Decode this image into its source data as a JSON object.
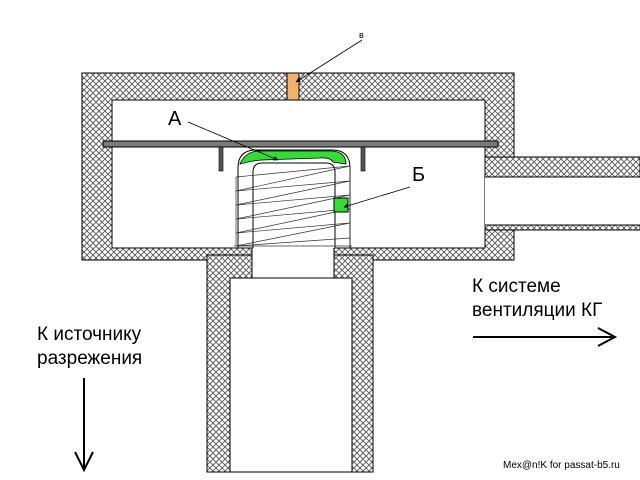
{
  "labels": {
    "a": "А",
    "b": "Б",
    "v": "в"
  },
  "captions": {
    "to_system_line1": "К системе",
    "to_system_line2": "вентиляции КГ",
    "to_vacuum_line1": "К источнику",
    "to_vacuum_line2": "разрежения"
  },
  "credit": "Mex@n!K for passat-b5.ru",
  "colors": {
    "housing_fill": "#ffffff",
    "hatch": "#555555",
    "outline": "#000000",
    "membrane": "#7a7a7a",
    "valve_green": "#33dd33",
    "plug_orange": "#f2b36b"
  }
}
